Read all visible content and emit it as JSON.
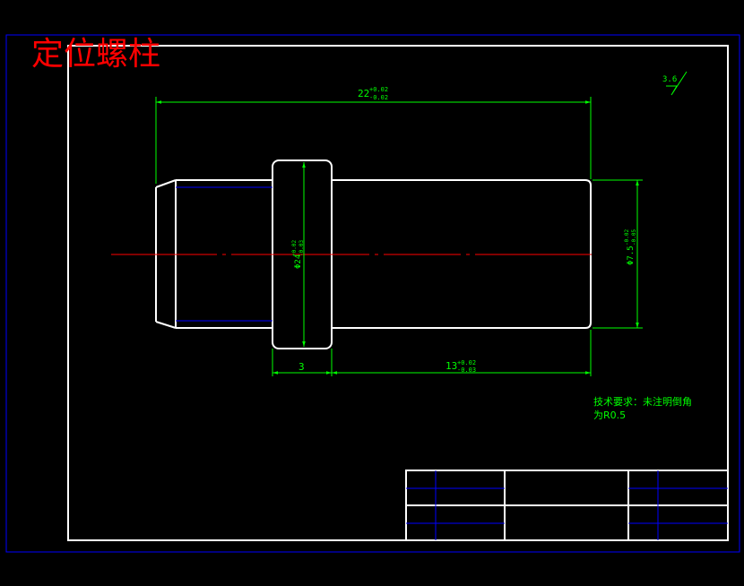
{
  "drawing": {
    "title": "定位螺柱",
    "roughness": "3.6",
    "dimensions": {
      "overall_length": {
        "base": "22",
        "upper": "+0.02",
        "lower": "-0.02"
      },
      "flange_diameter": {
        "base": "Φ24",
        "upper": "+0.02",
        "lower": "-0.03"
      },
      "shaft_diameter": {
        "base": "Φ7.5",
        "upper": "-0.02",
        "lower": "-0.05"
      },
      "flange_width": {
        "base": "3"
      },
      "shaft_length": {
        "base": "13",
        "upper": "+0.02",
        "lower": "-0.03"
      }
    },
    "notes": {
      "line1": "技术要求：未注明倒角",
      "line2": "为R0.5"
    }
  },
  "colors": {
    "background": "#000000",
    "outline": "#ffffff",
    "dimension": "#00ff00",
    "centerline": "#ff0000",
    "hidden": "#0000ff",
    "title": "#ff0000"
  }
}
